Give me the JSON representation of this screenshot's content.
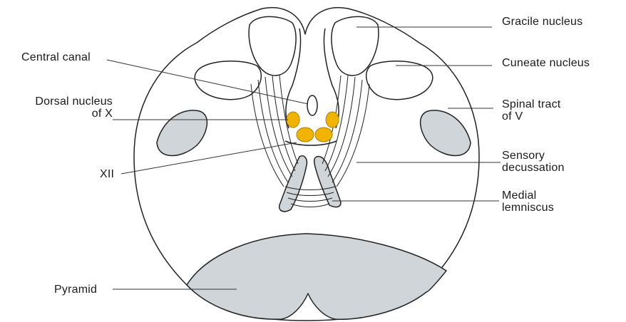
{
  "colors": {
    "grey_fill": "#d0d5da",
    "nucleus_fill": "#f0b400",
    "nucleus_stroke": "#b07c00",
    "outline": "#222222"
  },
  "labels": {
    "gracile": "Gracile nucleus",
    "cuneate": "Cuneate nucleus",
    "central_canal": "Central canal",
    "dorsal_x_line1": "Dorsal nucleus",
    "dorsal_x_line2": "of X",
    "spinal_v_line1": "Spinal tract",
    "spinal_v_line2": "of V",
    "xii": "XII",
    "sensory_line1": "Sensory",
    "sensory_line2": "decussation",
    "medial_line1": "Medial",
    "medial_line2": "lemniscus",
    "pyramid": "Pyramid"
  }
}
